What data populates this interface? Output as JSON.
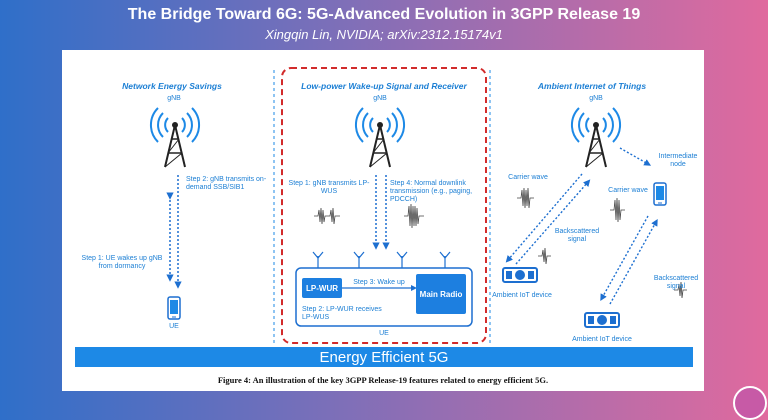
{
  "header": {
    "title": "The Bridge Toward 6G: 5G-Advanced Evolution in 3GPP Release 19",
    "subtitle": "Xingqin Lin, NVIDIA; arXiv:2312.15174v1"
  },
  "figure": {
    "sections": {
      "left": {
        "title": "Network Energy Savings",
        "gnb": "gNB",
        "step2": "Step 2: gNB transmits on-demand SSB/SIB1",
        "step1": "Step 1: UE wakes up gNB from dormancy",
        "ue": "UE"
      },
      "middle": {
        "title": "Low-power Wake-up Signal and Receiver",
        "gnb": "gNB",
        "step1": "Step 1: gNB transmits LP-WUS",
        "step4": "Step 4: Normal downlink transmission (e.g., paging, PDCCH)",
        "lpwur": "LP-WUR",
        "step3": "Step 3: Wake up",
        "main_radio": "Main Radio",
        "step2": "Step 2: LP-WUR receives LP-WUS",
        "ue": "UE"
      },
      "right": {
        "title": "Ambient Internet of Things",
        "gnb": "gNB",
        "carrier1": "Carrier wave",
        "intermediate": "Intermediate node",
        "carrier2": "Carrier wave",
        "backscatter1": "Backscattered signal",
        "backscatter2": "Backscattered signal",
        "device1": "Ambient IoT device",
        "device2": "Ambient IoT device"
      }
    },
    "banner": "Energy Efficient 5G",
    "caption": "Figure 4: An illustration of the key 3GPP Release-19 features related to energy efficient 5G."
  },
  "colors": {
    "accent": "#1d89e6",
    "dashed_box": "#d22b2b",
    "gradient_left": "#2f6fc9",
    "gradient_right": "#e06a9e"
  }
}
